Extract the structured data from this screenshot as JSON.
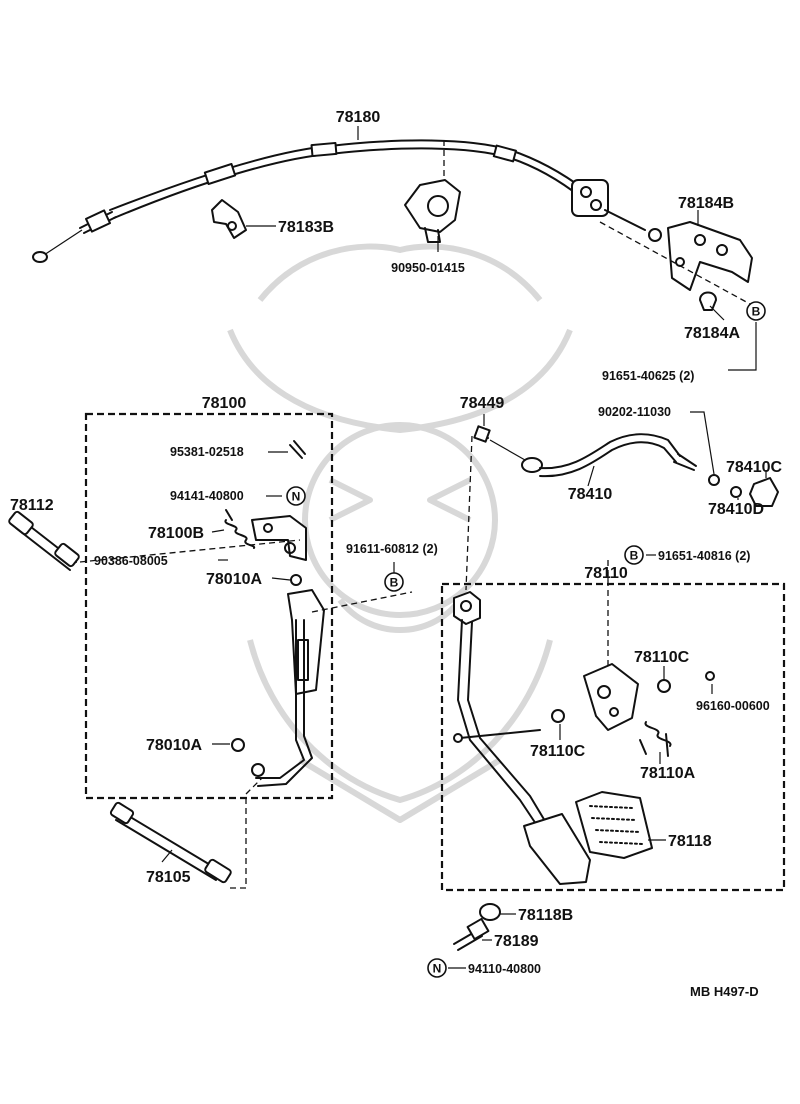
{
  "diagram": {
    "code": "MB  H497-D",
    "symbols": {
      "bolt_symbol": "B",
      "nut_symbol": "N"
    },
    "parts": {
      "p78180": "78180",
      "p78183B": "78183B",
      "p90950": "90950-01415",
      "p78184B": "78184B",
      "p78184A": "78184A",
      "p91651a": "91651-40625 (2)",
      "p78100": "78100",
      "p95381": "95381-02518",
      "p94141": "94141-40800",
      "p78100B": "78100B",
      "p90386": "90386-08005",
      "p78010A_top": "78010A",
      "p78010A_bot": "78010A",
      "p78112": "78112",
      "p78105": "78105",
      "p91611": "91611-60812 (2)",
      "p78449": "78449",
      "p90202": "90202-11030",
      "p78410": "78410",
      "p78410C": "78410C",
      "p78410D": "78410D",
      "p78110": "78110",
      "p91651b": "91651-40816 (2)",
      "p78110C_top": "78110C",
      "p96160": "96160-00600",
      "p78110C_bot": "78110C",
      "p78110A": "78110A",
      "p78118": "78118",
      "p78118B": "78118B",
      "p78189": "78189",
      "p94110": "94110-40800"
    }
  }
}
